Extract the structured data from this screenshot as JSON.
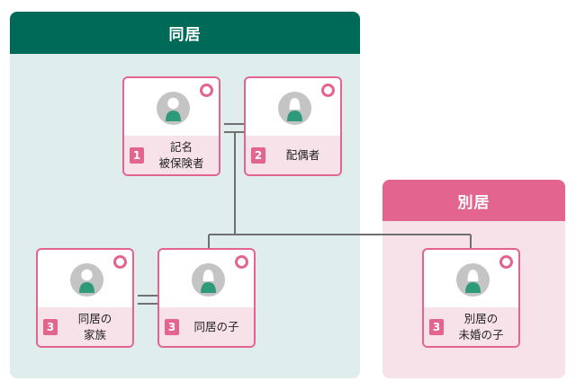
{
  "panels": {
    "dokyo": {
      "title": "同居"
    },
    "bekkyo": {
      "title": "別居"
    }
  },
  "people": [
    {
      "id": "insured",
      "number": "1",
      "label_lines": [
        "記名",
        "被保険者"
      ],
      "avatar": "male-person-icon"
    },
    {
      "id": "spouse",
      "number": "2",
      "label_lines": [
        "配偶者"
      ],
      "avatar": "female-person-icon"
    },
    {
      "id": "family",
      "number": "3",
      "label_lines": [
        "同居の",
        "家族"
      ],
      "avatar": "male-person-icon"
    },
    {
      "id": "child-living",
      "number": "3",
      "label_lines": [
        "同居の子"
      ],
      "avatar": "female-person-icon"
    },
    {
      "id": "child-unmarried",
      "number": "3",
      "label_lines": [
        "別居の",
        "未婚の子"
      ],
      "avatar": "female-person-icon"
    }
  ],
  "colors": {
    "dokyo_header": "#006a58",
    "dokyo_bg": "#dfeeed",
    "bekkyo_header": "#e2648f",
    "bekkyo_bg": "#f7e2e9",
    "card_border": "#e2648f",
    "connector": "#707070"
  }
}
